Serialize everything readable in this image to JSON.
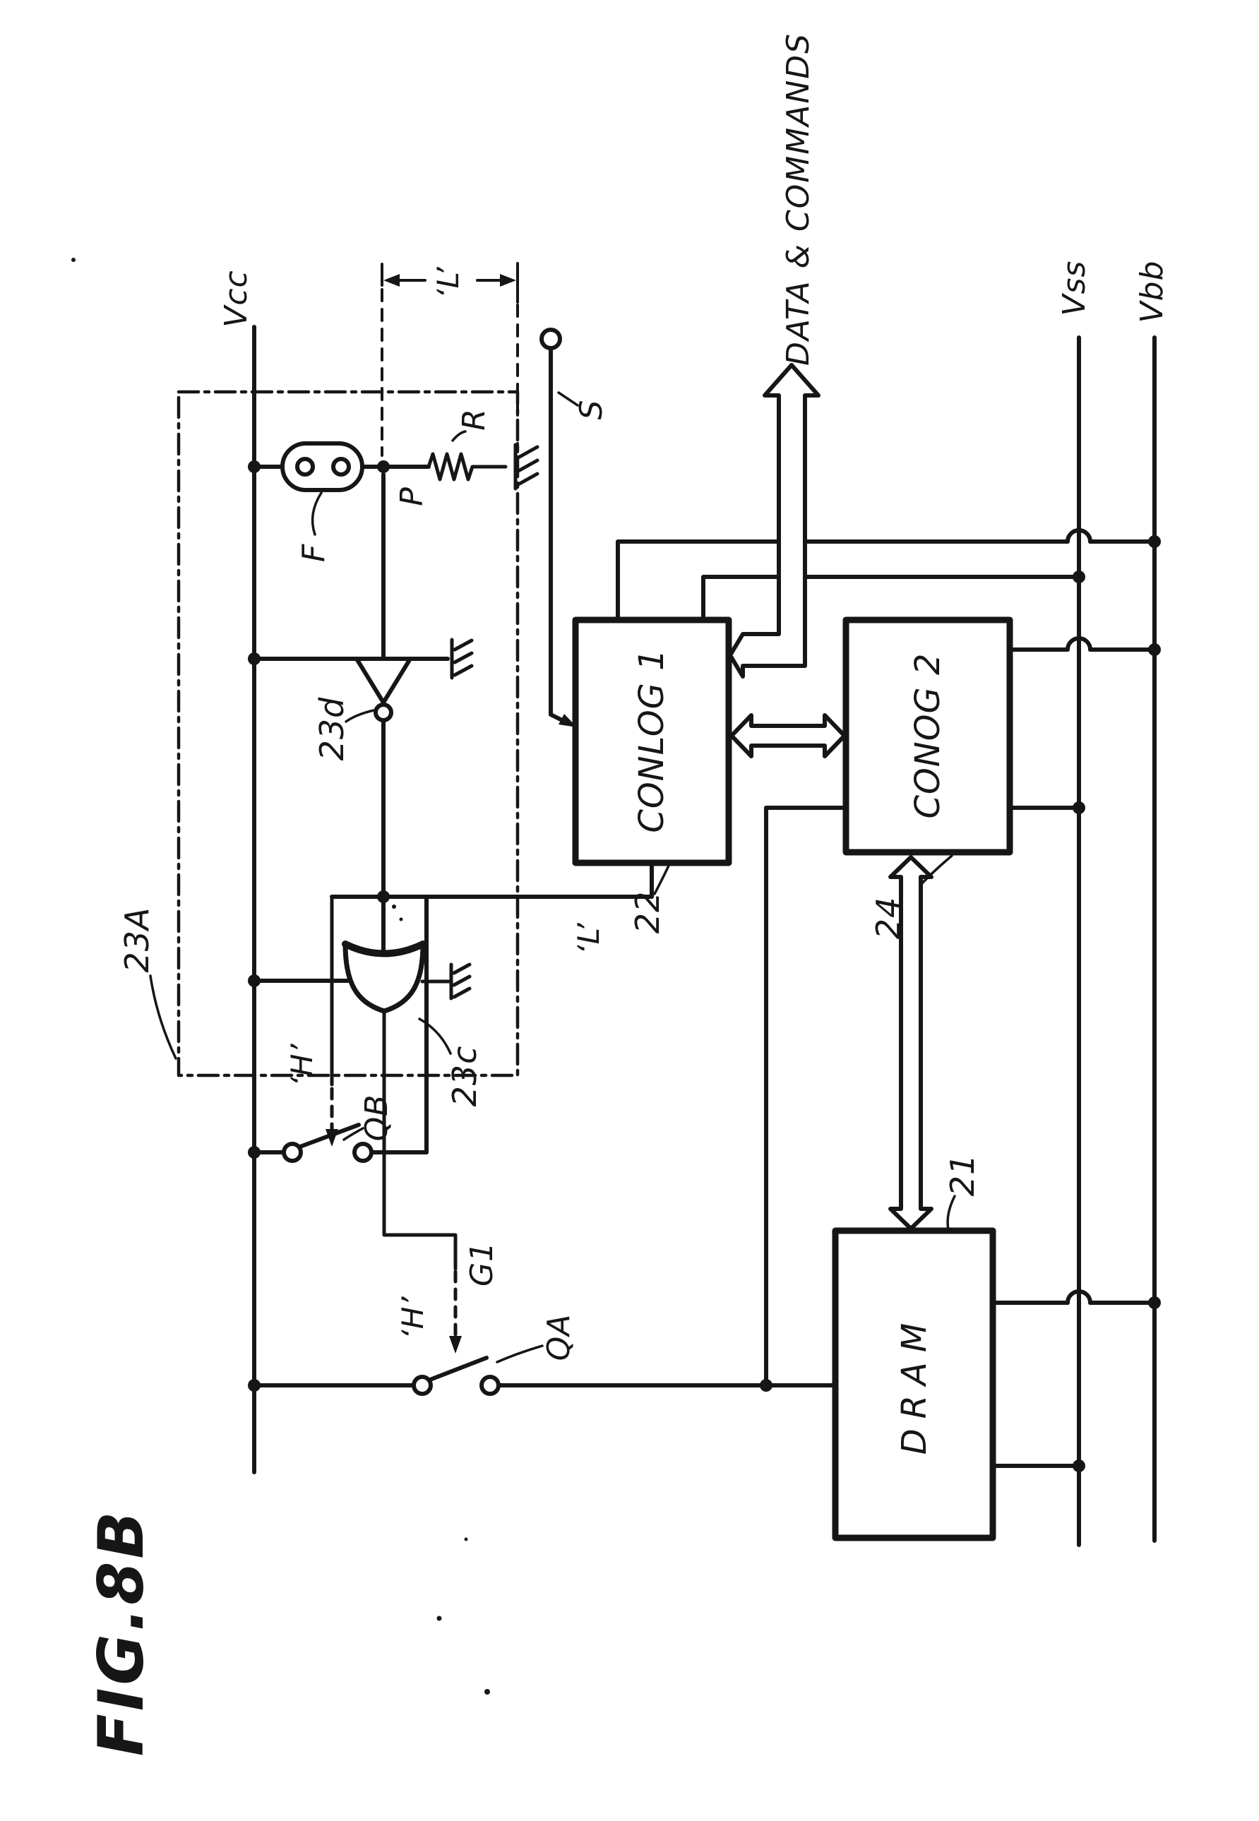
{
  "figure": {
    "title": "FIG.8B"
  },
  "colors": {
    "ink": "#161616",
    "paper": "#ffffff"
  },
  "labels": {
    "fig_title": "FIG.8B",
    "vcc": "Vcc",
    "vss": "Vss",
    "vbb": "Vbb",
    "data_commands": "DATA & COMMANDS",
    "conlog1": "CONLOG 1",
    "conog2": "CONOG 2",
    "dram": "DRAM",
    "ref21": "21",
    "ref22": "22",
    "ref24": "24",
    "ref23a": "23A",
    "ref23c": "23c",
    "ref23d": "23d",
    "fuse": "F",
    "node_p": "P",
    "resistor": "R",
    "signal_s": "S",
    "gate_g1": "G1",
    "switch_qa": "QA",
    "switch_qb": "QB",
    "level_l_top": "‘L’",
    "level_l_conlog": "‘L’",
    "level_h_qb": "‘H’",
    "level_h_qa": "‘H’"
  },
  "power_rails": [
    {
      "name": "Vcc",
      "side": "left"
    },
    {
      "name": "Vss",
      "side": "right"
    },
    {
      "name": "Vbb",
      "side": "right"
    }
  ],
  "blocks": [
    {
      "ref": "22",
      "label": "CONLOG 1"
    },
    {
      "ref": "24",
      "label": "CONOG 2"
    },
    {
      "ref": "21",
      "label": "DRAM"
    }
  ],
  "components": {
    "dashed_region": "23A",
    "fuse": "F",
    "sense_node": "P",
    "pull_resistor": "R",
    "sense_signal": "S",
    "inverter": "23d",
    "or_gate": "23c",
    "switch_a": "QA",
    "switch_b": "QB",
    "gate_control": "G1",
    "bus": "DATA & COMMANDS"
  }
}
